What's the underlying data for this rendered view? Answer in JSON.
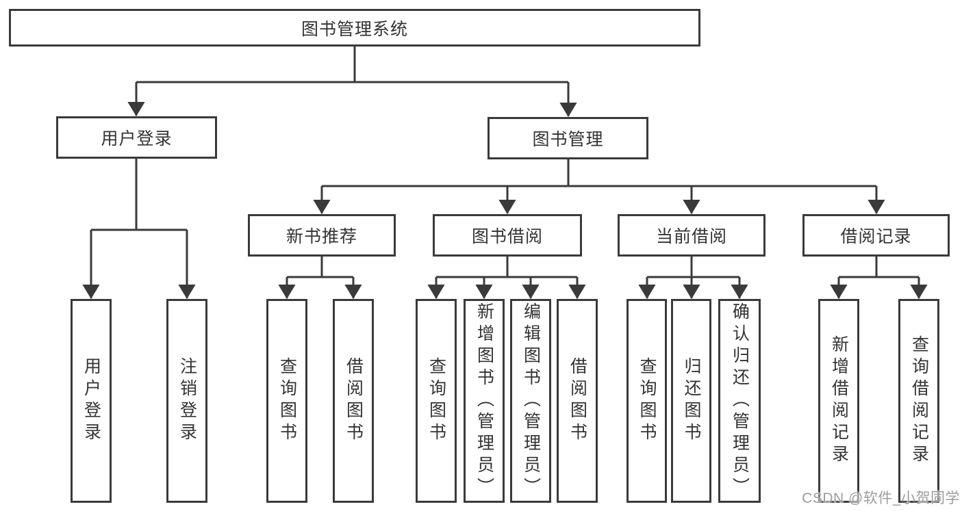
{
  "diagram": {
    "root_label": "图书管理系统",
    "level2": [
      {
        "label": "用户登录"
      },
      {
        "label": "图书管理"
      }
    ],
    "level3": [
      {
        "label": "新书推荐"
      },
      {
        "label": "图书借阅"
      },
      {
        "label": "当前借阅"
      },
      {
        "label": "借阅记录"
      }
    ],
    "user_login_children": [
      {
        "label": "用户登录"
      },
      {
        "label": "注销登录"
      }
    ],
    "new_book_children": [
      {
        "label": "查询图书"
      },
      {
        "label": "借阅图书"
      }
    ],
    "book_borrow_children": [
      {
        "label": "查询图书"
      },
      {
        "label": "新增图书（管理员）"
      },
      {
        "label": "编辑图书（管理员）"
      },
      {
        "label": "借阅图书"
      }
    ],
    "current_borrow_children": [
      {
        "label": "查询图书"
      },
      {
        "label": "归还图书"
      },
      {
        "label": "确认归还（管理员）"
      }
    ],
    "borrow_record_children": [
      {
        "label": "新增借阅记录"
      },
      {
        "label": "查询借阅记录"
      }
    ]
  },
  "watermark": "CSDN @软件_小贺同学",
  "colors": {
    "line": "#3a3a3a",
    "text": "#333333",
    "box_background": "#ffffff",
    "watermark": "#9c9c9c"
  }
}
